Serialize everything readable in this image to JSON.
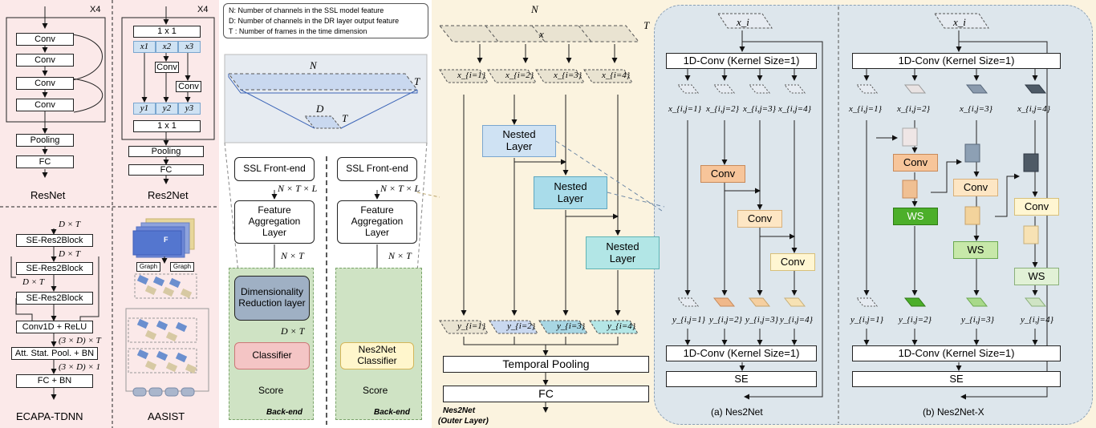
{
  "resnet": {
    "repeat": "X4",
    "conv": "Conv",
    "pooling": "Pooling",
    "fc": "FC",
    "caption": "ResNet"
  },
  "res2net": {
    "repeat": "X4",
    "top": "1 x 1",
    "bottom": "1 x 1",
    "x1": "x1",
    "x2": "x2",
    "x3": "x3",
    "y1": "y1",
    "y2": "y2",
    "y3": "y3",
    "conv": "Conv",
    "pooling": "Pooling",
    "fc": "FC",
    "caption": "Res2Net"
  },
  "ecapa": {
    "input": "D × T",
    "block": "SE-Res2Block",
    "dt": "D × T",
    "conv1d": "Conv1D + ReLU",
    "dim1": "(3 × D) × T",
    "att": "Att. Stat. Pool. + BN",
    "dim2": "(3 × D) × 1",
    "fcbn": "FC + BN",
    "caption": "ECAPA-TDNN"
  },
  "aasist": {
    "f": "F",
    "graph": "Graph",
    "caption": "AASIST"
  },
  "legend": {
    "n": "N: Number of channels in the SSL model feature",
    "d": "D: Number of channels in the DR layer output feature",
    "t": "T : Number of frames in the time dimension"
  },
  "pipeline": {
    "tensor_n": "N",
    "tensor_t": "T",
    "tensor_d": "D",
    "tensor_t2": "T",
    "ssl": "SSL Front-end",
    "nxtxl": "N × T × L",
    "fal": "Feature Aggregation Layer",
    "nxt": "N × T",
    "dr": "Dimensionality Reduction layer",
    "dxt": "D × T",
    "classifier": "Classifier",
    "nes2net_classifier": "Nes2Net Classifier",
    "score": "Score",
    "backend": "Back-end"
  },
  "outer": {
    "n": "N",
    "t": "T",
    "x": "x",
    "xi": [
      "x_{i=1}",
      "x_{i=2}",
      "x_{i=3}",
      "x_{i=4}"
    ],
    "nested": "Nested Layer",
    "yi": [
      "y_{i=1}",
      "y_{i=2}",
      "y_{i=3}",
      "y_{i=4}"
    ],
    "temporal": "Temporal Pooling",
    "fc": "FC",
    "title1": "Nes2Net",
    "title2": "(Outer Layer)"
  },
  "nes2net": {
    "xi": "x_i",
    "conv1d": "1D-Conv (Kernel Size=1)",
    "xij": [
      "x_{i,j=1}",
      "x_{i,j=2}",
      "x_{i,j=3}",
      "x_{i,j=4}"
    ],
    "conv": "Conv",
    "yij": [
      "y_{i,j=1}",
      "y_{i,j=2}",
      "y_{i,j=3}",
      "y_{i,j=4}"
    ],
    "se": "SE",
    "caption": "(a) Nes2Net"
  },
  "nes2netx": {
    "xi": "x_i",
    "conv1d": "1D-Conv (Kernel Size=1)",
    "xij": [
      "x_{i,j=1}",
      "x_{i,j=2}",
      "x_{i,j=3}",
      "x_{i,j=4}"
    ],
    "conv": "Conv",
    "ws": "WS",
    "yij": [
      "y_{i,j=1}",
      "y_{i,j=2}",
      "y_{i,j=3}",
      "y_{i,j=4}"
    ],
    "se": "SE",
    "caption": "(b) Nes2Net-X"
  }
}
